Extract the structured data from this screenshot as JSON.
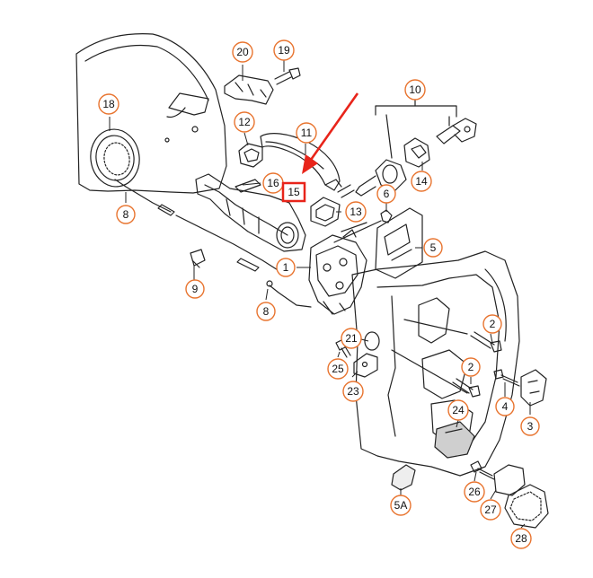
{
  "diagram": {
    "highlight_color": "#e8241a",
    "callout_color": "#e8742f",
    "highlighted_part": "15",
    "labels": [
      {
        "id": "20",
        "text": "20"
      },
      {
        "id": "19",
        "text": "19"
      },
      {
        "id": "10",
        "text": "10"
      },
      {
        "id": "18",
        "text": "18"
      },
      {
        "id": "12",
        "text": "12"
      },
      {
        "id": "11",
        "text": "11"
      },
      {
        "id": "16",
        "text": "16"
      },
      {
        "id": "15",
        "text": "15"
      },
      {
        "id": "6",
        "text": "6"
      },
      {
        "id": "14",
        "text": "14"
      },
      {
        "id": "13",
        "text": "13"
      },
      {
        "id": "8a",
        "text": "8"
      },
      {
        "id": "5",
        "text": "5"
      },
      {
        "id": "1",
        "text": "1"
      },
      {
        "id": "9",
        "text": "9"
      },
      {
        "id": "8b",
        "text": "8"
      },
      {
        "id": "2a",
        "text": "2"
      },
      {
        "id": "21",
        "text": "21"
      },
      {
        "id": "25",
        "text": "25"
      },
      {
        "id": "2b",
        "text": "2"
      },
      {
        "id": "23",
        "text": "23"
      },
      {
        "id": "4",
        "text": "4"
      },
      {
        "id": "3",
        "text": "3"
      },
      {
        "id": "24",
        "text": "24"
      },
      {
        "id": "26",
        "text": "26"
      },
      {
        "id": "27",
        "text": "27"
      },
      {
        "id": "5A",
        "text": "5A"
      },
      {
        "id": "28",
        "text": "28"
      }
    ]
  }
}
